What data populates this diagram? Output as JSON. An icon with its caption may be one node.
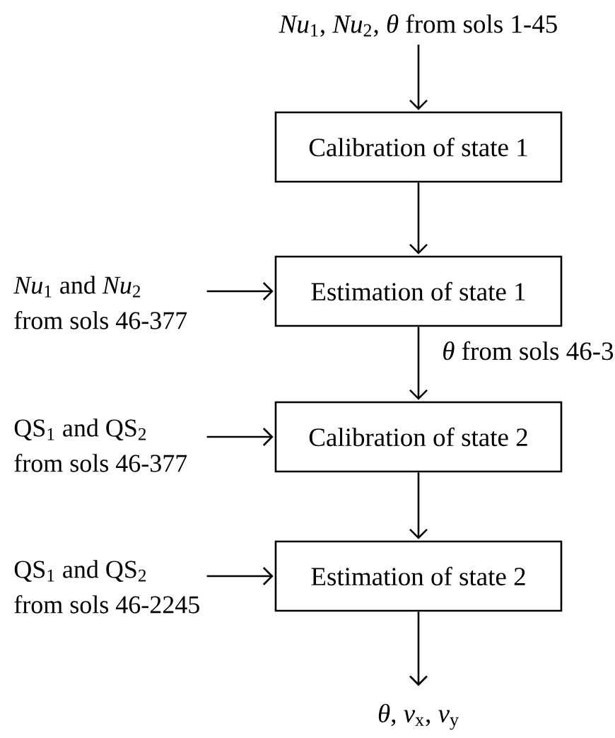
{
  "diagram": {
    "nodes": [
      {
        "text": [
          "*Nu*$_{1}$, *Nu*$_{2}$, *θ* from sols 1-45"
        ]
      },
      {
        "text": [
          "Calibration of state 1"
        ]
      },
      {
        "text": [
          "*Nu*$_{1}$ and *Nu*$_{2}$ from sols 46-377"
        ]
      },
      {
        "text": [
          "Estimation of state 1"
        ]
      },
      {
        "text": [
          "QS$_{1}$ and QS$_{2}$ from sols 46-377"
        ]
      },
      {
        "text": [
          "Calibration of state 2"
        ]
      },
      {
        "text": [
          "QS$_{1}$ and QS$_{2}$ from sols 46-2245"
        ]
      },
      {
        "text": [
          "Estimation of state 2"
        ]
      },
      {
        "text": [
          "*θ*, *v*$_{x}$, *v*$_{y}$"
        ]
      }
    ],
    "edges": [
      {
        "from": 0,
        "to": 1,
        "arrow": "to"
      },
      {
        "from": 1,
        "to": 3,
        "arrow": "to"
      },
      {
        "from": 2,
        "to": 3,
        "arrow": "to"
      },
      {
        "from": 3,
        "to": 5,
        "arrow": "to",
        "label": "*θ* from sols 46-3"
      },
      {
        "from": 4,
        "to": 5,
        "arrow": "to"
      },
      {
        "from": 5,
        "to": 7,
        "arrow": "to"
      },
      {
        "from": 6,
        "to": 7,
        "arrow": "to"
      },
      {
        "from": 7,
        "to": 8,
        "arrow": "to"
      }
    ]
  }
}
